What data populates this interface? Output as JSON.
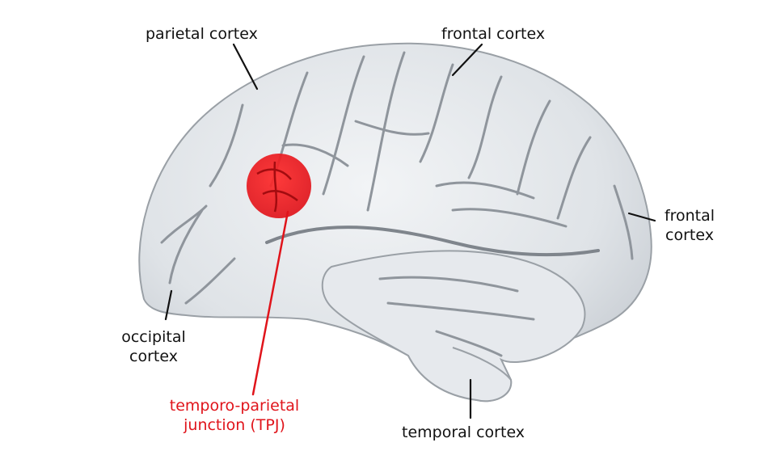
{
  "labels": {
    "parietal": "parietal cortex",
    "frontal_top": "frontal cortex",
    "frontal_right": {
      "line1": "frontal",
      "line2": "cortex"
    },
    "occipital": {
      "line1": "occipital",
      "line2": "cortex"
    },
    "tpj": {
      "line1": "temporo-parietal",
      "line2": "junction (TPJ)"
    },
    "temporal": "temporal cortex"
  },
  "colors": {
    "label_text": "#111111",
    "highlight": "#e0141b",
    "brain_fill": "#e4e8ec",
    "brain_sulci": "#8f959c",
    "leader_line": "#111111"
  }
}
